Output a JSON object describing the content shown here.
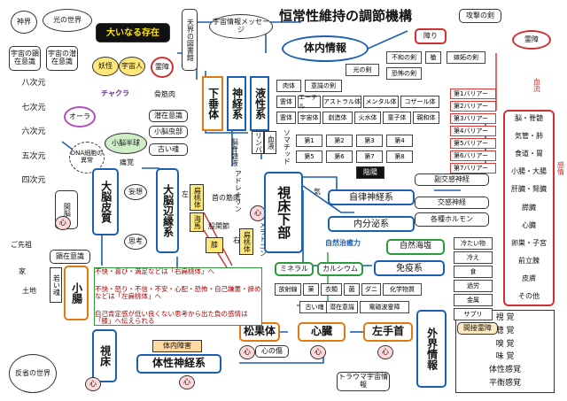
{
  "title": "恒常性維持の調節機構",
  "left": {
    "shinkai": "神界",
    "hikari": "光の世界",
    "kenzai": "宇宙の顕在意識",
    "senzai": "宇宙の潜在意識",
    "ookinaru": "大いなる存在",
    "yousei": "妖怪",
    "uchujin": "宇宙人",
    "reisho": "霊障",
    "dims": [
      "八次元",
      "七次元",
      "六次元",
      "五次元",
      "四次元"
    ],
    "aura": "オーラ",
    "chakra": "チャクラ",
    "dna": "DNA細胞の異常",
    "kanno": "間脳",
    "kokoro": "心",
    "kenzai2": "顕在意識",
    "wakai": "若い魂",
    "shocho": "小腸",
    "gosenzo": "ご先祖",
    "ie": "家",
    "tochi": "土地",
    "hansei": "反省の世界"
  },
  "center": {
    "tenkai": "天界の図書館",
    "uchu_msg": "宇宙情報メッセージ",
    "kasotai": "下垂体",
    "shinkei": "神経系",
    "ekisei": "液性系",
    "rinpa": "リンパ",
    "ketsueki": "血液",
    "nosekizui": "脳脊髄液",
    "kotsu": "骨筋肉",
    "senzai": "潜在意識",
    "shonouchu": "小脳虫部",
    "furui": "古い魂",
    "shonou": "小脳半球",
    "chibi": "痛覚",
    "daino": "大脳皮質",
    "mouso": "妄想",
    "shikou": "思考",
    "henen": "大脳辺縁系",
    "hidari": "左",
    "hentotai": "扁桃体",
    "kai": "海馬",
    "kubi": "首の筋肉",
    "adrenalin": "アドレナリン",
    "kokansen": "股関節",
    "migi": "右",
    "hentotai2": "扁桃体",
    "melatonin": "メラトニン",
    "shishouka": "視床下部",
    "shoukotai": "松果体",
    "shinzou": "心臓",
    "sashu": "左手首",
    "kokoro_no_kizu": "心の傷",
    "tai_shinkei": "体性神経系",
    "tainai_shogai": "体内障害",
    "shikyu": "視床",
    "gaikai": "外界情報",
    "torauma": "トラウマ宇宙情報",
    "mineral": "ミネラル",
    "calcium": "カルシウム",
    "chem": [
      "放射線",
      "薬",
      "衣類",
      "菌",
      "ダニ",
      "化学物質"
    ],
    "denjiha": "電磁波霊障",
    "note": [
      "不快・喜び・満足などは「右扁桃体」へ",
      "不快・怒り・不信・不安・心配・恐怖・自己嫌悪・諦めなどは「左扁桃体」へ",
      "自己肯定感が低い良くない思考から出た負の感情は「膝」へ伝えられる"
    ],
    "hiza": "膝"
  },
  "info": {
    "tainai": "体内情報",
    "grid1": [
      "肉体",
      "意識の剣",
      "光の剣"
    ],
    "grid2": [
      "霊体",
      "エーテル",
      "アストラル体",
      "メンタル体",
      "コザール体"
    ],
    "grid3": [
      "霊体",
      "宇宙体",
      "創造体",
      "火水体",
      "童子体",
      "親和体"
    ],
    "somatic": "ソマチッド",
    "nums": [
      "第1",
      "第2",
      "第3",
      "第4",
      "第5",
      "第6",
      "第7",
      "第8"
    ],
    "inyo": "陰陽",
    "swords": [
      "不和の剣",
      "恐怖の剣",
      "槍",
      "嫉妬の剣"
    ],
    "shogai": "障り",
    "kogeki": "攻撃の剣",
    "barriers": [
      "第1バリアー",
      "第2バリアー",
      "第3バリアー",
      "第4バリアー",
      "第5バリアー",
      "第6バリアー",
      "第7バリアー"
    ]
  },
  "right": {
    "ki": "気",
    "jiritsu": "自律神経系",
    "fukukoukan": "副交感神経",
    "koukan": "交感神経",
    "naibunpi": "内分泌系",
    "hormone": "各種ホルモン",
    "shizen_chiyu": "自然治癒力",
    "shizen_kaisei": "自然海塩",
    "meneki": "免疫系",
    "hietai": "冷たい物",
    "hie": "冷え",
    "shoku": "食",
    "kaji": "過労",
    "kinzoku": "金属",
    "supple": "サプリ",
    "kansetsu": "間接霊障",
    "reisho": "霊障",
    "ketsuryu": "血流",
    "kansei": "感情",
    "organs": [
      "脳・脊髄",
      "気管・肺",
      "食道・胃",
      "小腸・大腸",
      "肝臓・腎臓",
      "膵臓",
      "心臓",
      "卵巣・子宮",
      "前立腺",
      "皮膚",
      "その他"
    ],
    "senses": [
      "視 覚",
      "聴 覚",
      "嗅 覚",
      "味 覚",
      "体性感覚",
      "平衡感覚"
    ]
  }
}
